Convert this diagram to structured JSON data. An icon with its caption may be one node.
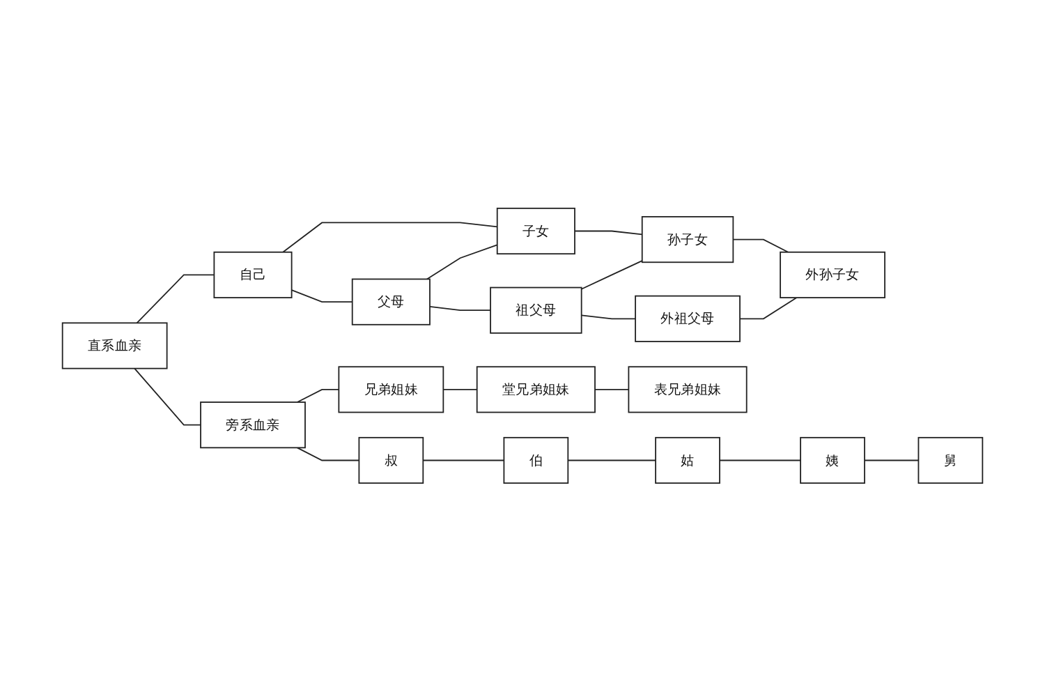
{
  "diagram": {
    "nodes": [
      {
        "text": [
          "直系血亲"
        ]
      },
      {
        "text": [
          "自己"
        ]
      },
      {
        "text": [
          "父母"
        ]
      },
      {
        "text": [
          "祖父母"
        ]
      },
      {
        "text": [
          "外祖父母"
        ]
      },
      {
        "text": [
          "子女"
        ]
      },
      {
        "text": [
          "孙子女"
        ]
      },
      {
        "text": [
          "外孙子女"
        ]
      },
      {
        "text": [
          "旁系血亲"
        ]
      },
      {
        "text": [
          "兄弟姐妹"
        ]
      },
      {
        "text": [
          "堂兄弟姐妹"
        ]
      },
      {
        "text": [
          "表兄弟姐妹"
        ]
      },
      {
        "text": [
          "叔"
        ]
      },
      {
        "text": [
          "伯"
        ]
      },
      {
        "text": [
          "姑"
        ]
      },
      {
        "text": [
          "姨"
        ]
      },
      {
        "text": [
          "舅"
        ]
      }
    ],
    "edges": [
      {
        "from": 0,
        "to": 1,
        "arrow": "none"
      },
      {
        "from": 1,
        "to": 2,
        "arrow": "none"
      },
      {
        "from": 1,
        "to": 5,
        "arrow": "none"
      },
      {
        "from": 2,
        "to": 3,
        "arrow": "none"
      },
      {
        "from": 3,
        "to": 4,
        "arrow": "none"
      },
      {
        "from": 5,
        "to": 6,
        "arrow": "none"
      },
      {
        "from": 6,
        "to": 7,
        "arrow": "none"
      },
      {
        "from": 2,
        "to": 5,
        "arrow": "none"
      },
      {
        "from": 3,
        "to": 6,
        "arrow": "none"
      },
      {
        "from": 4,
        "to": 7,
        "arrow": "none"
      },
      {
        "from": 0,
        "to": 8,
        "arrow": "none"
      },
      {
        "from": 8,
        "to": 9,
        "arrow": "none"
      },
      {
        "from": 8,
        "to": 12,
        "arrow": "none"
      },
      {
        "from": 9,
        "to": 10,
        "arrow": "none"
      },
      {
        "from": 10,
        "to": 11,
        "arrow": "none"
      },
      {
        "from": 12,
        "to": 13,
        "arrow": "none"
      },
      {
        "from": 13,
        "to": 14,
        "arrow": "none"
      },
      {
        "from": 14,
        "to": 15,
        "arrow": "none"
      },
      {
        "from": 15,
        "to": 16,
        "arrow": "none"
      }
    ]
  }
}
